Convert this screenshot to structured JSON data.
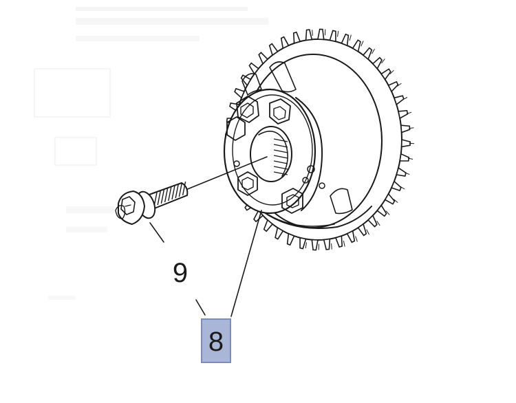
{
  "diagram": {
    "callouts": [
      {
        "id": "9",
        "label": "9"
      },
      {
        "id": "8",
        "label": "8",
        "highlight_color": "#a9b6d8",
        "highlight_border": "#7b8bbb"
      }
    ],
    "parts": [
      {
        "name": "bolt",
        "callout": "9"
      },
      {
        "name": "camshaft-sprocket",
        "callout": "8"
      }
    ]
  }
}
